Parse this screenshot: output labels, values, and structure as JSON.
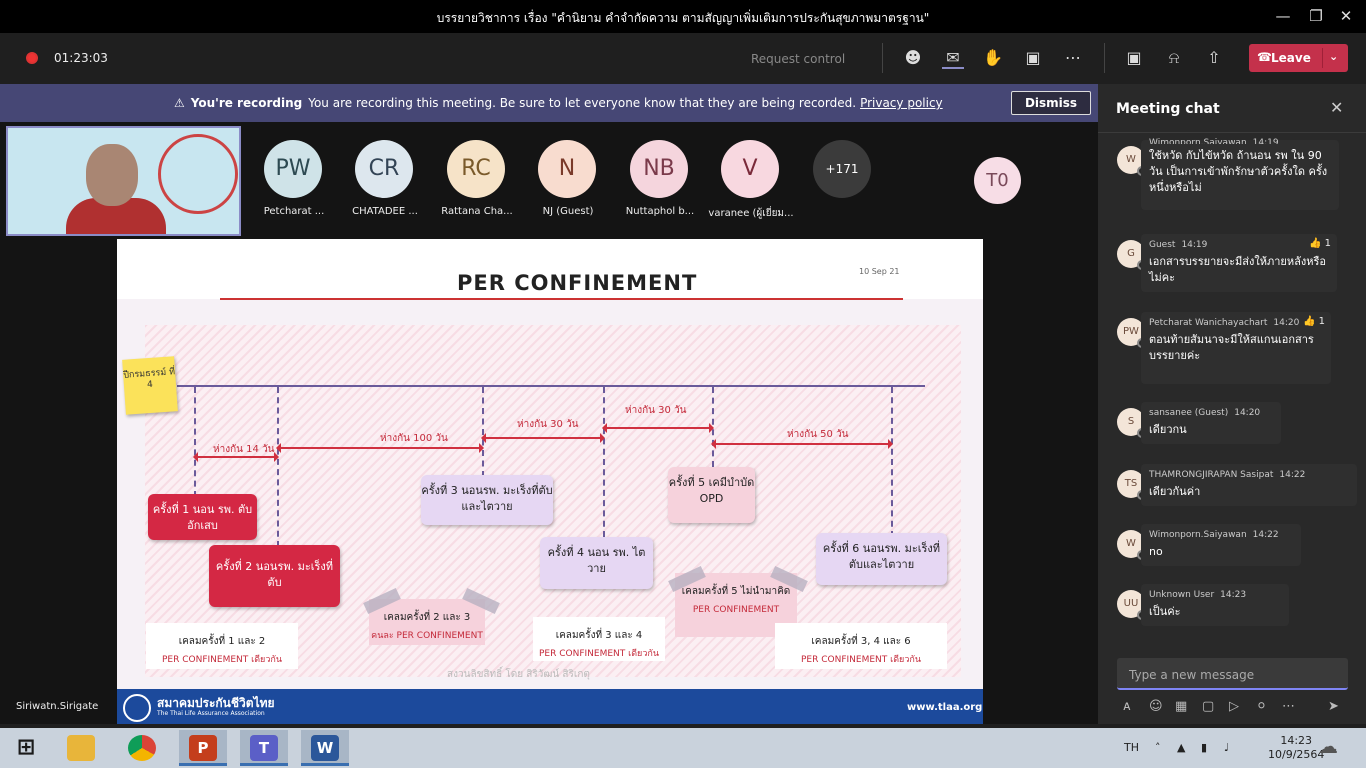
{
  "window": {
    "title": "บรรยายวิชาการ เรื่อง \"คำนิยาม คำจำกัดความ ตามสัญญาเพิ่มเติมการประกันสุขภาพมาตรฐาน\""
  },
  "toolbar": {
    "timer": "01:23:03",
    "request_control": "Request control",
    "leave": "Leave"
  },
  "banner": {
    "bold": "You're recording",
    "text": "You are recording this meeting. Be sure to let everyone know that they are being recorded.",
    "link": "Privacy policy",
    "dismiss": "Dismiss"
  },
  "participants": [
    {
      "initials": "PW",
      "name": "Petcharat ...",
      "bg": "#cfe3e8",
      "fg": "#2d4a52"
    },
    {
      "initials": "CR",
      "name": "CHATADEE ...",
      "bg": "#dde7ee",
      "fg": "#334455"
    },
    {
      "initials": "RC",
      "name": "Rattana Cha...",
      "bg": "#f6e3c8",
      "fg": "#7a5a2a"
    },
    {
      "initials": "N",
      "name": "NJ (Guest)",
      "bg": "#f8dccf",
      "fg": "#7a3a2a"
    },
    {
      "initials": "NB",
      "name": "Nuttaphol b...",
      "bg": "#f5d5dd",
      "fg": "#7a3a4a"
    },
    {
      "initials": "V",
      "name": "varanee (ผู้เยี่ยม...",
      "bg": "#f8d8e0",
      "fg": "#7a2a3a"
    },
    {
      "initials": "+171",
      "name": "",
      "bg": "#3b3b3b",
      "fg": "#ffffff"
    }
  ],
  "extra_participant": "T0",
  "speaker_name": "Siriwatn.Sirigate",
  "slide": {
    "title": "PER CONFINEMENT",
    "date": "10 Sep 21",
    "sticky": "ปีกรมธรรม์ ที่ 4",
    "gaps": [
      "ห่างกัน 14 วัน",
      "ห่างกัน 100 วัน",
      "ห่างกัน 30 วัน",
      "ห่างกัน 30 วัน",
      "ห่างกัน 50 วัน"
    ],
    "boxes": [
      "ครั้งที่ 1 นอน รพ. ตับอักเสบ",
      "ครั้งที่ 2 นอนรพ. มะเร็งที่ตับ",
      "ครั้งที่ 3 นอนรพ. มะเร็งที่ตับและไตวาย",
      "ครั้งที่ 4 นอน รพ. ไตวาย",
      "ครั้งที่ 5 เคมีบำบัด OPD",
      "ครั้งที่ 6 นอนรพ. มะเร็งที่ตับและไตวาย"
    ],
    "claims": [
      {
        "title": "เคลมครั้งที่ 1 และ 2",
        "sub": "PER CONFINEMENT เดียวกัน"
      },
      {
        "title": "เคลมครั้งที่ 2 และ 3",
        "sub": "คนละ PER CONFINEMENT"
      },
      {
        "title": "เคลมครั้งที่ 3 และ 4",
        "sub": "PER CONFINEMENT เดียวกัน"
      },
      {
        "title": "เคลมครั้งที่ 5 ไม่นำมาคิด",
        "sub": "PER CONFINEMENT"
      },
      {
        "title": "เคลมครั้งที่ 3, 4 และ 6",
        "sub": "PER CONFINEMENT เดียวกัน"
      }
    ],
    "watermark": "สงวนลิขสิทธิ์ โดย สิริวัฒน์ สิริเกตุ",
    "footer_org": "สมาคมประกันชีวิตไทย",
    "footer_org_en": "The Thai Life Assurance Association",
    "footer_url": "www.tlaa.org"
  },
  "chat": {
    "title": "Meeting chat",
    "messages": [
      {
        "initials": "W",
        "name": "Wimonporn.Saiyawan",
        "time": "14:19",
        "text": "ใช้หวัด กับไข้หวัด ถ้านอน รพ ใน 90 วัน เป็นการเข้าพักรักษาตัวครั้งใด ครั้งหนึ่งหรือไม่",
        "reaction": ""
      },
      {
        "initials": "G",
        "name": "Guest",
        "time": "14:19",
        "text": "เอกสารบรรยายจะมีส่งให้ภายหลังหรือไม่คะ",
        "reaction": "👍 1"
      },
      {
        "initials": "PW",
        "name": "Petcharat Wanichayachart",
        "time": "14:20",
        "text": "ตอนท้ายสัมนาจะมีให้สแกนเอกสารบรรยายค่ะ",
        "reaction": "👍 1"
      },
      {
        "initials": "S",
        "name": "sansanee (Guest)",
        "time": "14:20",
        "text": "เดียวกน",
        "reaction": ""
      },
      {
        "initials": "TS",
        "name": "THAMRONGJIRAPAN Sasipat",
        "time": "14:22",
        "text": "เดียวกันค่า",
        "reaction": ""
      },
      {
        "initials": "W",
        "name": "Wimonporn.Saiyawan",
        "time": "14:22",
        "text": "no",
        "reaction": ""
      },
      {
        "initials": "UU",
        "name": "Unknown User",
        "time": "14:23",
        "text": "เป็นค่ะ",
        "reaction": ""
      }
    ],
    "input_placeholder": "Type a new message"
  },
  "taskbar": {
    "lang": "TH",
    "time": "14:23",
    "date": "10/9/2564",
    "apps": [
      "file-explorer",
      "chrome",
      "powerpoint",
      "teams",
      "word"
    ]
  }
}
